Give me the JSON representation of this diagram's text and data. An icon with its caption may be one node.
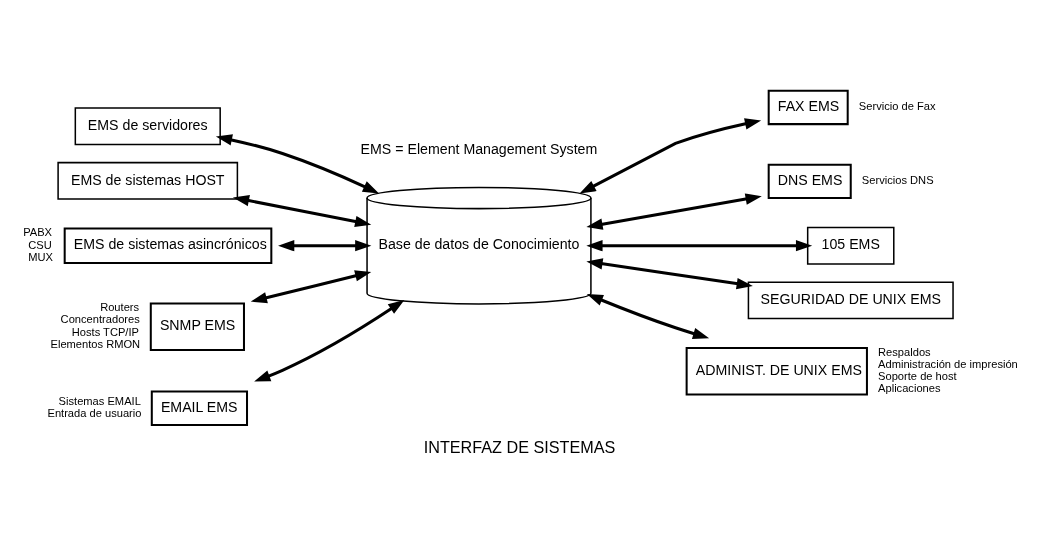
{
  "diagram": {
    "caption": "INTERFAZ DE SISTEMAS",
    "nodes": [
      {
        "text": [
          "EMS de servidores"
        ]
      },
      {
        "text": [
          "EMS de sistemas HOST"
        ]
      },
      {
        "text": [
          "EMS de sistemas asincrónicos"
        ],
        "beside": [
          "PABX",
          "CSU",
          "MUX"
        ]
      },
      {
        "text": [
          "SNMP EMS"
        ],
        "beside": [
          "Routers",
          "Concentradores",
          "Hosts TCP/IP",
          "Elementos RMON"
        ]
      },
      {
        "text": [
          "EMAIL EMS"
        ],
        "beside": [
          "Sistemas EMAIL",
          "Entrada de usuario"
        ]
      },
      {
        "text": [
          "Base de datos de Conocimiento"
        ]
      },
      {
        "text": [
          "FAX EMS"
        ],
        "beside": [
          "Servicio de Fax"
        ]
      },
      {
        "text": [
          "DNS EMS"
        ],
        "beside": [
          "Servicios DNS"
        ]
      },
      {
        "text": [
          "105 EMS"
        ]
      },
      {
        "text": [
          "SEGURIDAD DE UNIX EMS"
        ]
      },
      {
        "text": [
          "ADMINIST. DE UNIX EMS"
        ],
        "beside": [
          "Respaldos",
          "Administración de impresión",
          "Soporte de host",
          "Aplicaciones"
        ]
      }
    ],
    "edges": [
      {
        "from": 0,
        "to": 5,
        "arrow": "both"
      },
      {
        "from": 1,
        "to": 5,
        "arrow": "both"
      },
      {
        "from": 2,
        "to": 5,
        "arrow": "both"
      },
      {
        "from": 3,
        "to": 5,
        "arrow": "both"
      },
      {
        "from": 4,
        "to": 5,
        "arrow": "both"
      },
      {
        "from": 5,
        "to": 6,
        "arrow": "both"
      },
      {
        "from": 5,
        "to": 7,
        "arrow": "both"
      },
      {
        "from": 5,
        "to": 8,
        "arrow": "both"
      },
      {
        "from": 5,
        "to": 9,
        "arrow": "both"
      },
      {
        "from": 5,
        "to": 10,
        "arrow": "both"
      }
    ],
    "labels": [
      "EMS = Element Management System"
    ]
  }
}
